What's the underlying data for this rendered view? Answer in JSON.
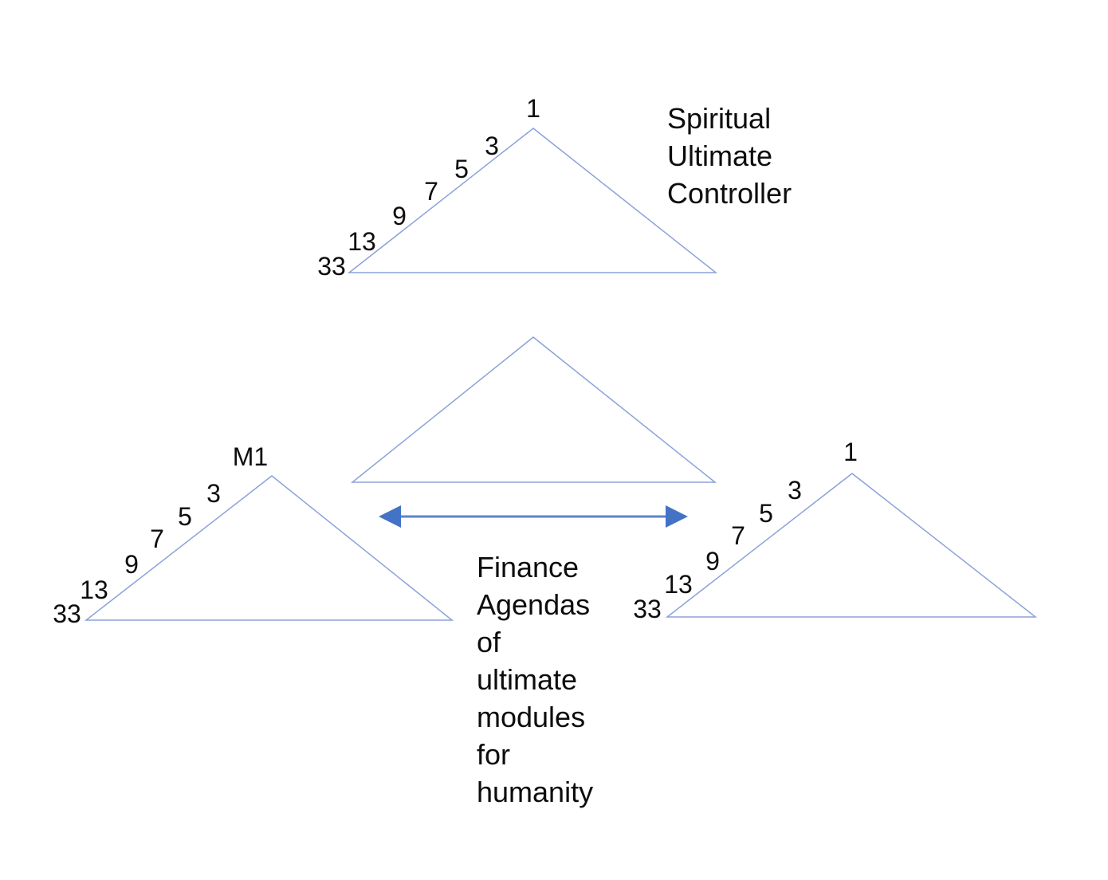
{
  "colors": {
    "background": "#ffffff",
    "triangle-stroke": "#8ba2d9",
    "arrow-line": "#5b83cb",
    "arrow-head": "#4472c4",
    "text": "#0d0d0d"
  },
  "pyramid_labels": {
    "top": [
      "1",
      "3",
      "5",
      "7",
      "9",
      "13",
      "33"
    ],
    "left": [
      "M1",
      "3",
      "5",
      "7",
      "9",
      "13",
      "33"
    ],
    "right": [
      "1",
      "3",
      "5",
      "7",
      "9",
      "13",
      "33"
    ]
  },
  "captions": {
    "spiritual": {
      "lines": [
        "Spiritual",
        "Ultimate",
        "Controller"
      ]
    },
    "finance": {
      "lines": [
        "Finance",
        "Agendas",
        "of",
        "ultimate",
        "modules",
        "for",
        "humanity"
      ]
    }
  },
  "icons": {
    "connector": "double-headed-horizontal-arrow"
  }
}
